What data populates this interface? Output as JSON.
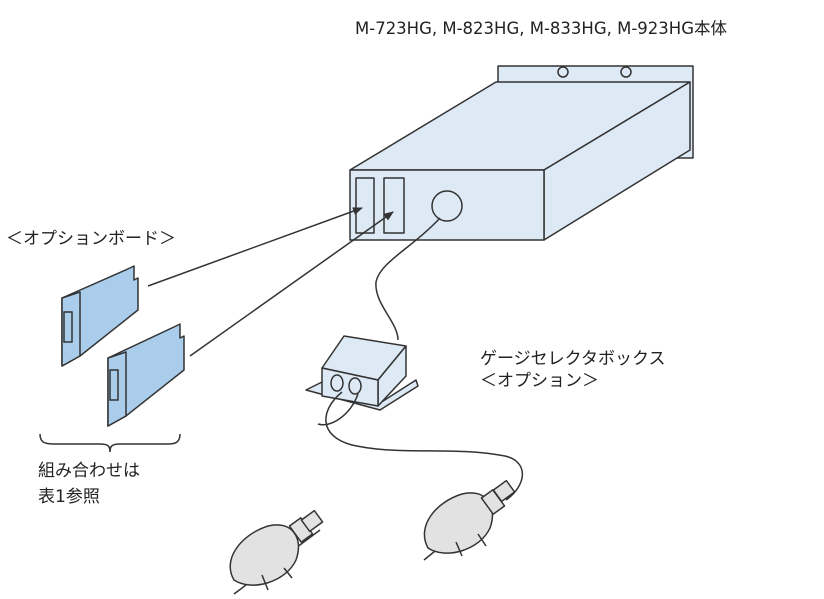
{
  "labels": {
    "main_unit": "M-723HG, M-823HG, M-833HG, M-923HG本体",
    "option_board": "＜オプションボード＞",
    "gauge_selector_line1": "ゲージセレクタボックス",
    "gauge_selector_line2": "＜オプション＞",
    "combination_line1": "組み合わせは",
    "combination_line2": "表1参照"
  },
  "colors": {
    "body_fill": "#dde9f4",
    "board_fill": "#a9cdea",
    "gauge_fill": "#e2e2e2",
    "line": "#333333"
  }
}
